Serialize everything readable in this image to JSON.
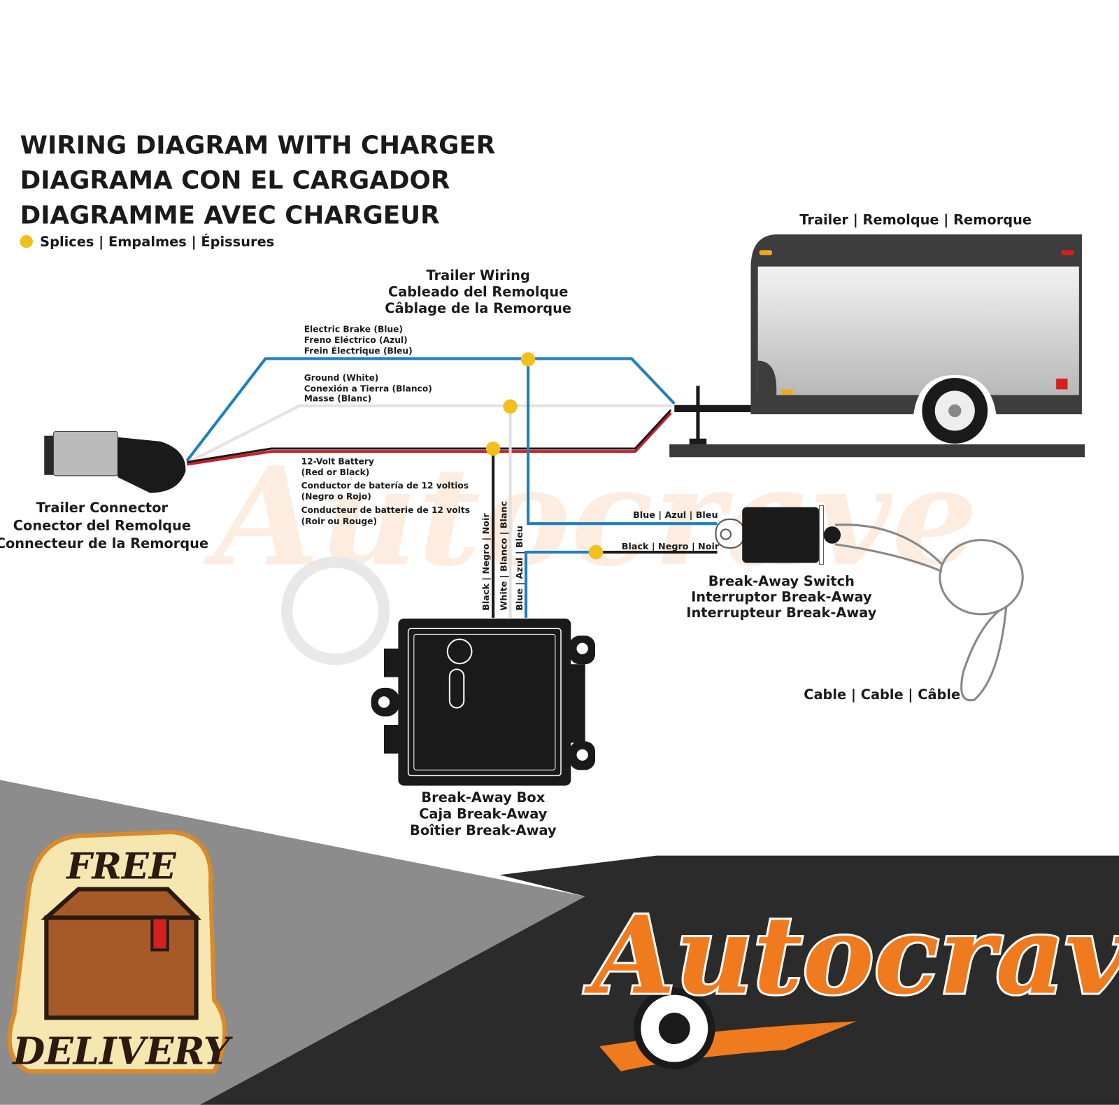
{
  "title": {
    "lines": [
      "WIRING DIAGRAM WITH CHARGER",
      "DIAGRAMA CON EL CARGADOR",
      "DIAGRAMME AVEC CHARGEUR"
    ],
    "legend": "Splices | Empalmes | Épissures"
  },
  "labels": {
    "trailer": "Trailer | Remolque | Remorque",
    "trailer_wiring": [
      "Trailer Wiring",
      "Cableado del Remolque",
      "Câblage de la Remorque"
    ],
    "electric_brake": [
      "Electric Brake (Blue)",
      "Freno Eléctrico (Azul)",
      "Frein Électrique (Bleu)"
    ],
    "ground": [
      "Ground (White)",
      "Conexión a Tierra (Blanco)",
      "Masse (Blanc)"
    ],
    "battery": [
      "12-Volt Battery",
      "(Red or Black)",
      "Conductor de batería de 12 voltios",
      "(Negro o Rojo)",
      "Conducteur de batterie de 12 volts",
      "(Roir ou Rouge)"
    ],
    "trailer_connector": [
      "Trailer Connector",
      "Conector del Remolque",
      "Connecteur de la Remorque"
    ],
    "vertical_black": "Black | Negro | Noir",
    "vertical_white": "White | Blanco | Blanc",
    "vertical_blue": "Blue | Azul | Bleu",
    "switch_blue": "Blue | Azul | Bleu",
    "switch_black": "Black | Negro | Noir",
    "breakaway_switch": [
      "Break-Away Switch",
      "Interruptor Break-Away",
      "Interrupteur Break-Away"
    ],
    "cable": "Cable | Cable | Câble",
    "breakaway_box": [
      "Break-Away Box",
      "Caja Break-Away",
      "Boîtier Break-Away"
    ]
  },
  "badge": {
    "top": "FREE",
    "bottom": "DELIVERY"
  },
  "brand": "Autocrave",
  "colors": {
    "blue": "#1f7fc0",
    "red": "#c8202a",
    "black": "#1a1a1a",
    "white_wire": "#e6e6e6",
    "splice": "#f2c01c",
    "orange": "#f07a1e"
  }
}
